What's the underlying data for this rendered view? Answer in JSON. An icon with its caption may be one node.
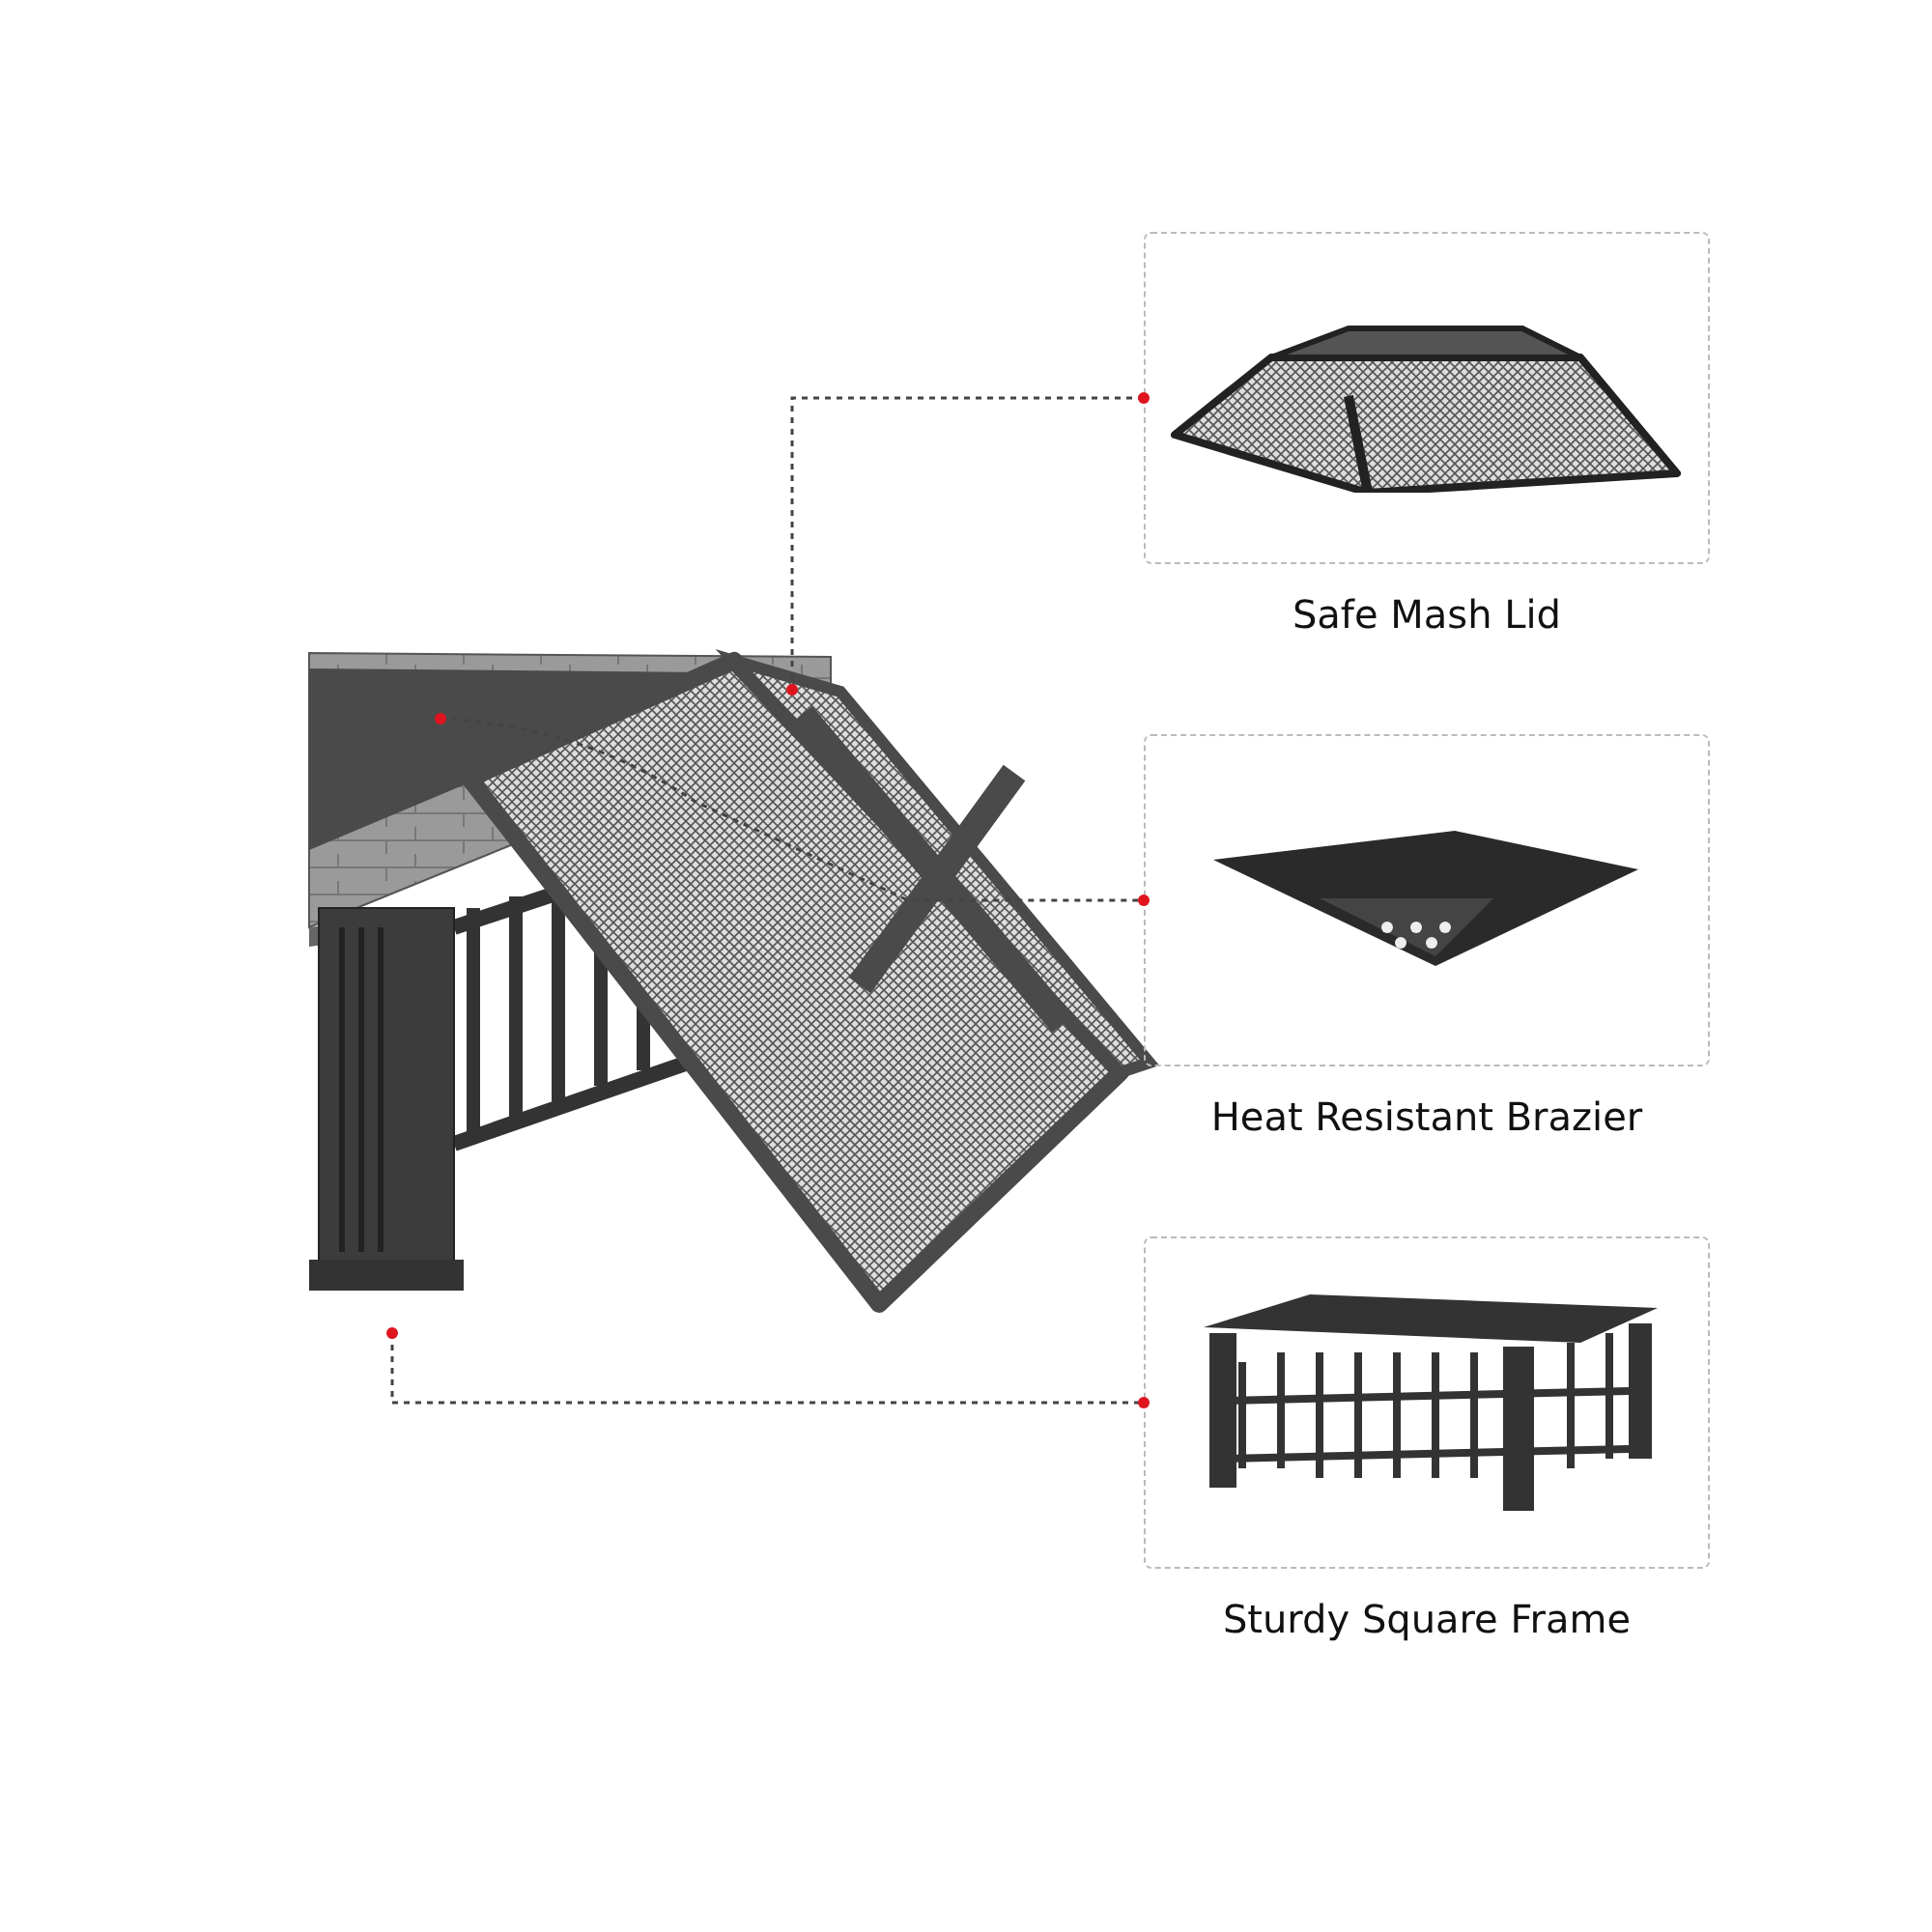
{
  "diagram": {
    "nodes": [
      {
        "text": [],
        "shape": "picture"
      },
      {
        "text": [
          "Safe Mash Lid"
        ]
      },
      {
        "text": [
          "Heat Resistant Brazier"
        ]
      },
      {
        "text": [
          "Sturdy Square Frame"
        ]
      }
    ],
    "edges": [
      {
        "from": 0,
        "to": 1,
        "arrow": "other",
        "style": "dashed"
      },
      {
        "from": 0,
        "to": 2,
        "arrow": "other",
        "style": "dashed"
      },
      {
        "from": 0,
        "to": 3,
        "arrow": "other",
        "style": "dashed"
      }
    ]
  }
}
